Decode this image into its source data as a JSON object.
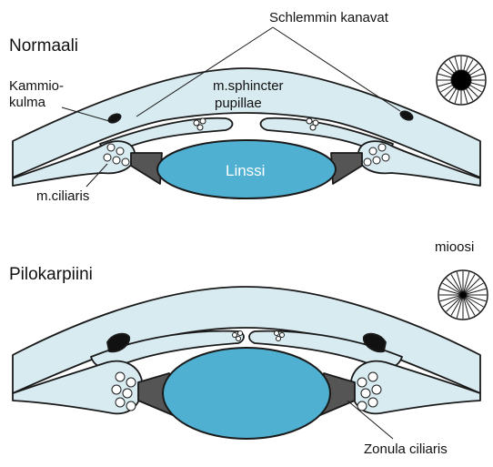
{
  "labels": {
    "normal_title": "Normaali",
    "schlemm": "Schlemmin kanavat",
    "angle_line1": "Kammio-",
    "angle_line2": "kulma",
    "sphincter_line1": "m.sphincter",
    "sphincter_line2": "pupillae",
    "lens": "Linssi",
    "ciliaris": "m.ciliaris",
    "miosis": "mioosi",
    "pilo_title": "Pilokarpiini",
    "zonula": "Zonula ciliaris"
  },
  "colors": {
    "tissue_fill": "#d8ebf1",
    "lens_fill": "#4fb0d2",
    "outline": "#1a1a1a",
    "canal_fill": "#111111"
  }
}
